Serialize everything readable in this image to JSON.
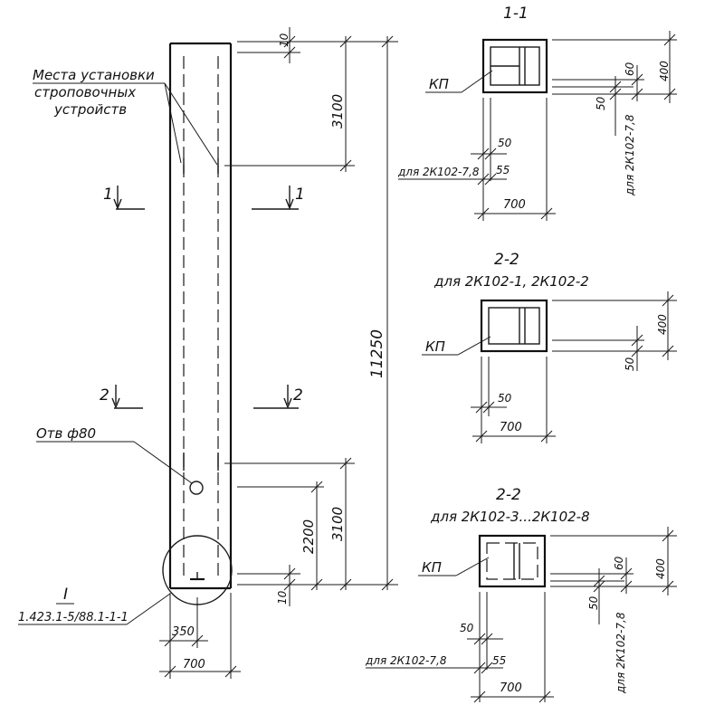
{
  "elevation": {
    "lifting_label_line1": "Места установки",
    "lifting_label_line2": "строповочных",
    "lifting_label_line3": "устройств",
    "section_1_mark_left": "1",
    "section_1_mark_right": "1",
    "section_2_mark_left": "2",
    "section_2_mark_right": "2",
    "hole_label": "Отв ф80",
    "node_mark": "I",
    "node_reference": "1.423.1-5/88.1-1-1",
    "dim_top_10": "10",
    "dim_top_3100": "3100",
    "dim_total_11250": "11250",
    "dim_bottom_3100": "3100",
    "dim_bottom_2200": "2200",
    "dim_bottom_10": "10",
    "dim_width_350": "350",
    "dim_width_700": "700"
  },
  "section_1_1": {
    "title": "1-1",
    "kp_label": "КП",
    "dim_400": "400",
    "dim_60": "60",
    "dim_50_side": "50",
    "dim_note_right": "для 2К102-7,8",
    "dim_50_bottom": "50",
    "dim_55": "55",
    "dim_note_left": "для 2К102-7,8",
    "dim_700": "700"
  },
  "section_2_2_a": {
    "title": "2-2",
    "subtitle": "для 2К102-1, 2К102-2",
    "kp_label": "КП",
    "dim_400": "400",
    "dim_50_side": "50",
    "dim_50_bottom": "50",
    "dim_700": "700"
  },
  "section_2_2_b": {
    "title": "2-2",
    "subtitle": "для 2К102-3...2К102-8",
    "kp_label": "КП",
    "dim_400": "400",
    "dim_60": "60",
    "dim_50_side": "50",
    "dim_note_right": "для 2К102-7,8",
    "dim_50_bottom": "50",
    "dim_55": "55",
    "dim_note_left": "для 2К102-7,8",
    "dim_700": "700"
  }
}
